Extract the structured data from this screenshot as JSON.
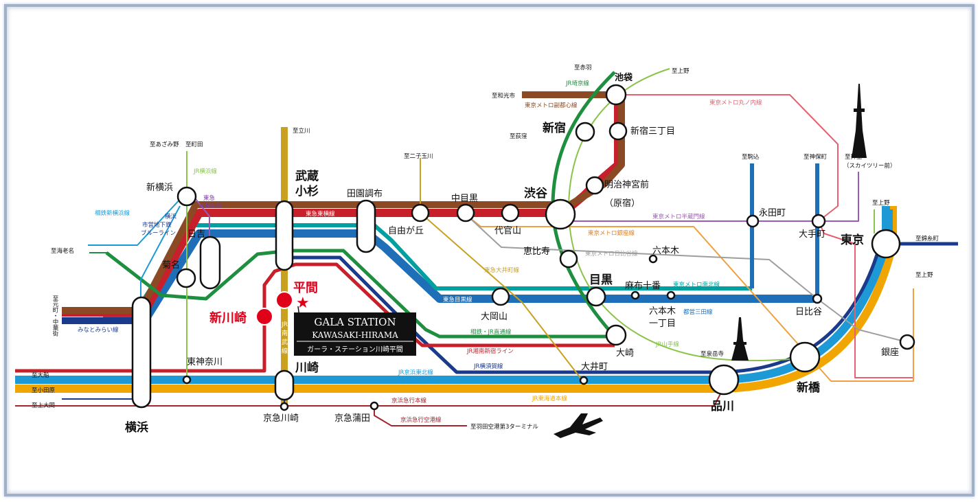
{
  "colors": {
    "tokyu_toyoko": "#c8202a",
    "fukutoshin": "#8b4a24",
    "saikyo": "#1e8f3e",
    "nanboku": "#00a0a0",
    "meguro": "#1f6fb8",
    "mita": "#1f6fb8",
    "keihin_tohoku": "#1d9ad6",
    "tokaido": "#f0a500",
    "nambu": "#c9a020",
    "keikyu": "#a5252f",
    "yamanote": "#8bc34a",
    "hanzomon": "#9b59b6",
    "marunouchi": "#e86070",
    "hibiya": "#9e9e9e",
    "ginza": "#f0a040",
    "yokosuka": "#1a3a8c",
    "jr_yokohama": "#8bc34a",
    "star": "#e0001a"
  },
  "property": {
    "name_en": "GALA STATION",
    "sub_en": "KAWASAKI-HIRAMA",
    "name_ja": "ガーラ・ステーション川崎平間"
  },
  "stations": {
    "hirama": "平間",
    "shinkawasaki": "新川崎",
    "musashikosugi_1": "武蔵",
    "musashikosugi_2": "小杉",
    "denenchofu": "田園調布",
    "jiyugaoka": "自由が丘",
    "nakameguro": "中目黒",
    "daikanyama": "代官山",
    "shibuya": "渋谷",
    "shinjuku": "新宿",
    "shinjuku3": "新宿三丁目",
    "ikebukuro": "池袋",
    "meijijingumae_1": "明治神宮前",
    "meijijingumae_2": "（原宿）",
    "ebisu": "恵比寿",
    "meguro": "目黒",
    "azabujuban": "麻布十番",
    "roppongi": "六本木",
    "roppongi1_1": "六本木",
    "roppongi1_2": "一丁目",
    "nagatacho": "永田町",
    "otemachi": "大手町",
    "tokyo": "東京",
    "hibiya": "日比谷",
    "ginza": "銀座",
    "shinbashi": "新橋",
    "shinagawa": "品川",
    "osaki": "大崎",
    "oimachi": "大井町",
    "ookayama": "大岡山",
    "shinyokohama": "新横浜",
    "hiyoshi": "日吉",
    "kikuna": "菊名",
    "yokohama": "横浜",
    "higashikanagawa": "東神奈川",
    "kawasaki": "川崎",
    "keikyukawasaki": "京急川崎",
    "keikyukamata": "京急蒲田"
  },
  "destinations": {
    "akabane": "至赤羽",
    "wakoshi": "至和光市",
    "ogikubo": "至荻窪",
    "ueno_top": "至上野",
    "tachikawa": "至立川",
    "futakotamagawa": "至二子玉川",
    "azamino": "至あざみ野",
    "machida": "至町田",
    "ebina": "至海老名",
    "motomachi": "至元町・中華街",
    "ofuna": "至大船",
    "odawara": "至小田原",
    "kamiooka": "至上大岡",
    "haneda": "至羽田空港第3ターミナル",
    "komagome": "至駒込",
    "jimbocho": "至神保町",
    "oshiage_1": "至押上",
    "oshiage_2": "（スカイツリー前）",
    "ueno_right": "至上野",
    "kinshicho": "至錦糸町",
    "ueno_low": "至上野",
    "sengakuji": "至泉岳寺"
  },
  "lines": {
    "saikyo": "JR埼京線",
    "fukutoshin": "東京メトロ副都心線",
    "marunouchi": "東京メトロ丸ノ内線",
    "jr_yokohama": "JR横浜線",
    "tokyu_shinyokohama_1": "東急",
    "tokyu_shinyokohama_2": "新横浜線",
    "sotetsu_shinyokohama": "相鉄新横浜線",
    "blueline_1": "横浜",
    "blueline_2": "市営地下鉄",
    "blueline_3": "ブルーライン",
    "toyoko": "東急東横線",
    "hanzomon": "東京メトロ半蔵門線",
    "ginza": "東京メトロ銀座線",
    "hibiya": "東京メトロ日比谷線",
    "oimachi": "東急大井町線",
    "meguro": "東急目黒線",
    "nanboku": "東京メトロ南北線",
    "mita": "都営三田線",
    "sotetsu_jr": "相鉄・JR直通線",
    "shonan_shinjuku": "JR湘南新宿ライン",
    "yokosuka": "JR横須賀線",
    "keihin_tohoku": "JR京浜東北線",
    "tokaido": "JR東海道本線",
    "keikyu_main": "京浜急行本線",
    "keikyu_airport": "京浜急行空港線",
    "yamanote": "JR山手線",
    "nambu_1": "JR",
    "nambu_2": "南",
    "nambu_3": "武",
    "nambu_4": "線",
    "minatomirai": "みなとみらい線"
  },
  "icons": [
    "tokyo-tower-icon",
    "skytree-icon",
    "airplane-icon",
    "star-icon"
  ]
}
